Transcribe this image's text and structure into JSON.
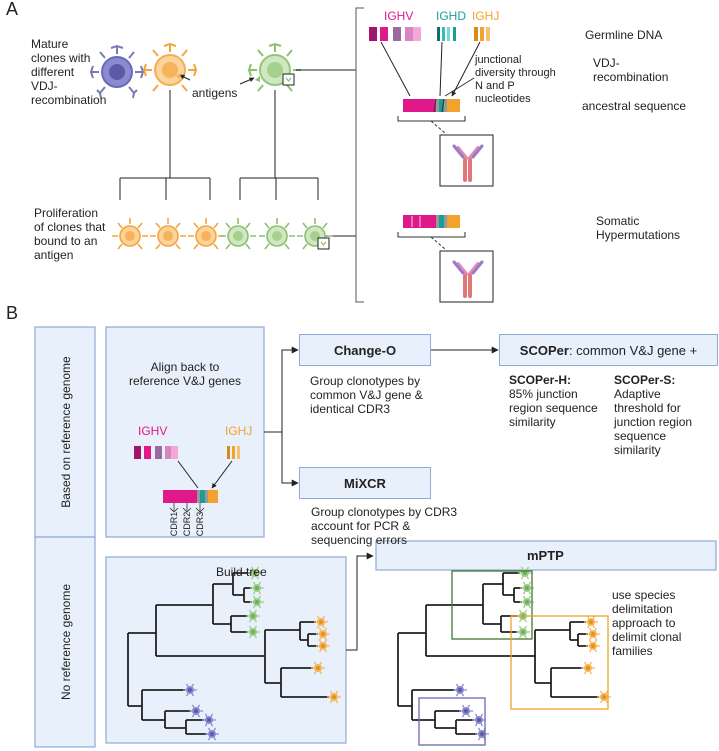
{
  "panel_a": {
    "letter": "A",
    "mature_clones": [
      "Mature",
      "clones with",
      "different",
      "VDJ-",
      "recombination"
    ],
    "antigens": "antigens",
    "proliferation": [
      "Proliferation",
      "of clones that",
      "bound to an",
      "antigen"
    ],
    "ighv": "IGHV",
    "ighd": "IGHD",
    "ighj": "IGHJ",
    "germline": "Germline DNA",
    "junctional": [
      "junctional",
      "diversity through",
      "N and P",
      "nucleotides"
    ],
    "vdj": [
      "VDJ-",
      "recombination"
    ],
    "ancestral": "ancestral sequence",
    "somatic": [
      "Somatic",
      "Hypermutations"
    ]
  },
  "panel_b": {
    "letter": "B",
    "ref_label": "Based on reference genome",
    "noref_label": "No  reference genome",
    "align": [
      "Align back to",
      "reference V&J genes"
    ],
    "ighv": "IGHV",
    "ighj": "IGHJ",
    "cdr1": "CDR1",
    "cdr2": "CDR2",
    "cdr3": "CDR3",
    "changeo": "Change-O",
    "changeo_desc": [
      "Group clonotypes by",
      "common V&J gene &",
      "identical CDR3"
    ],
    "mixcr": "MiXCR",
    "mixcr_desc": [
      "Group clonotypes by CDR3",
      "account for PCR &",
      "sequencing errors"
    ],
    "scoper": "SCOPer",
    "scoper_rest": ": common V&J gene +",
    "scoper_h_title": "SCOPer-H:",
    "scoper_h": [
      "85% junction",
      "region sequence",
      "similarity"
    ],
    "scoper_s_title": "SCOPer-S:",
    "scoper_s": [
      "Adaptive",
      "threshold for",
      "junction region",
      "sequence",
      "similarity"
    ],
    "build_tree": "Build tree",
    "mptp": "mPTP",
    "mptp_desc": [
      "use species",
      "delimitation",
      "approach to",
      "delimit clonal",
      "families"
    ]
  },
  "colors": {
    "ighv": "#e0198a",
    "ighd": "#1a9e96",
    "ighj": "#f2a22d",
    "purple": "#7f7fc4",
    "orange": "#f7b55a",
    "green": "#9ccc8a",
    "box_fill": "#e8f0fb",
    "box_border": "#8eaad6"
  }
}
